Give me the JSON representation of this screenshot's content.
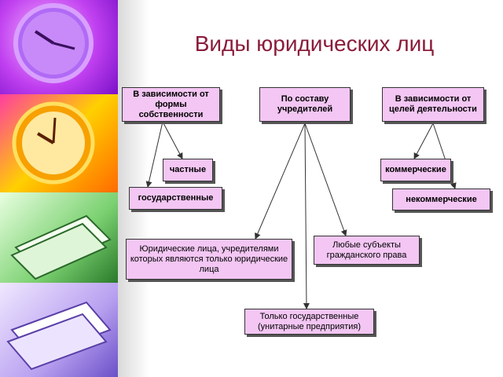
{
  "title": "Виды юридических лиц",
  "decor": {
    "clock1_color": "#b53bf0",
    "clock2_color": "#f0a800",
    "papers1_color": "#3e8a3a",
    "papers2_color": "#8a6de0"
  },
  "boxes": {
    "form": "В зависимости от формы собственности",
    "founders": "По составу учредителей",
    "goals": "В зависимости от целей деятельности",
    "private": "частные",
    "state": "государственные",
    "commercial": "коммерческие",
    "noncommercial": "некоммерческие",
    "legal_only": "Юридические лица, учредителями которых являются только юридические лица",
    "any_subjects": "Любые субъекты гражданского права",
    "state_only": "Только государственные (унитарные предприятия)"
  }
}
